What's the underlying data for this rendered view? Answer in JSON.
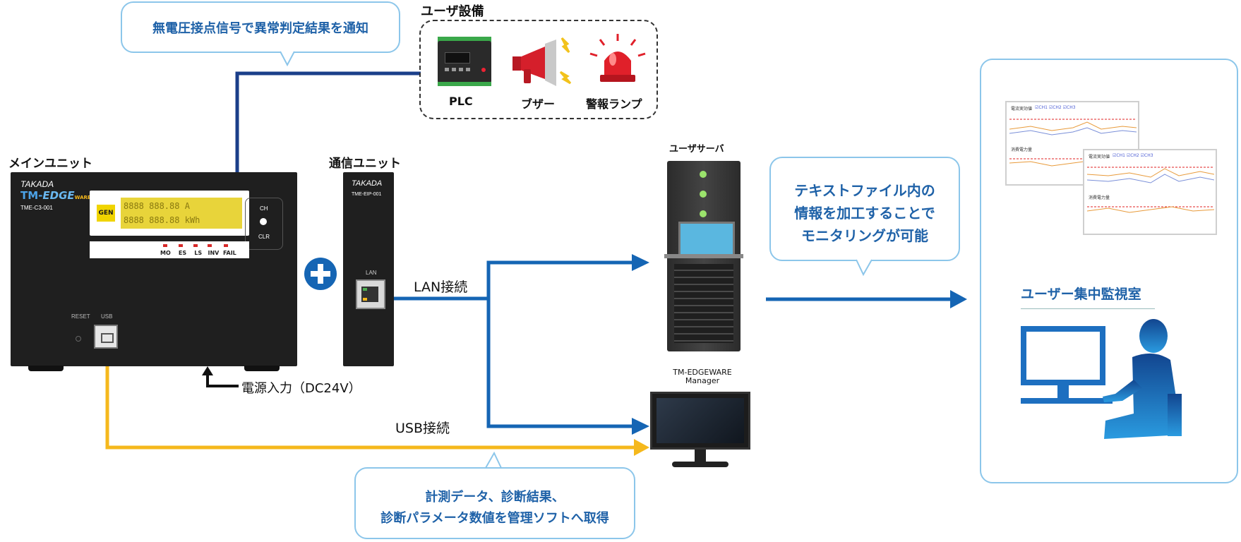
{
  "callouts": {
    "notify": "無電圧接点信号で異常判定結果を通知",
    "monitor_line1": "テキストファイル内の",
    "monitor_line2": "情報を加工することで",
    "monitor_line3": "モニタリングが可能",
    "acquire_line1": "計測データ、診断結果、",
    "acquire_line2": "診断パラメータ数値を管理ソフトへ取得"
  },
  "user_equipment": {
    "title": "ユーザ設備",
    "items": [
      "PLC",
      "ブザー",
      "警報ランプ"
    ]
  },
  "main_unit": {
    "title": "メインユニット",
    "brand": "TAKADA",
    "logo_tm": "TM-",
    "logo_edge": "EDGE",
    "logo_ware": "WARE",
    "model": "TME-C3-001",
    "gen_label": "GEN",
    "lcd_line1": "8888 888.88 A",
    "lcd_line2": "8888 888.88 kWh",
    "ch_label": "CH",
    "clr_label": "CLR",
    "indicators": [
      "MO",
      "ES",
      "LS",
      "INV",
      "FAIL"
    ],
    "reset_label": "RESET",
    "usb_label": "USB"
  },
  "comm_unit": {
    "title": "通信ユニット",
    "brand": "TAKADA",
    "model": "TME-EIP-001",
    "lan_label": "LAN"
  },
  "connections": {
    "power": "電源入力（DC24V）",
    "lan": "LAN接続",
    "usb": "USB接続"
  },
  "server": {
    "title": "ユーザサーバ"
  },
  "manager": {
    "title_line1": "TM-EDGEWARE",
    "title_line2": "Manager"
  },
  "monitoring_room": {
    "title": "ユーザー集中監視室",
    "chart_titles": [
      "電流実効値",
      "消費電力量"
    ],
    "legend": [
      "CH1",
      "CH2",
      "CH3"
    ]
  },
  "colors": {
    "navy_wire": "#1b3f8a",
    "lan_blue": "#1565b4",
    "usb_yellow": "#f5b81c",
    "callout_border": "#8cc6ea",
    "callout_text": "#1f62a8",
    "plus_circle": "#1565b4",
    "room_border": "#8cc6ea",
    "person_blue": "#1d78c2"
  }
}
